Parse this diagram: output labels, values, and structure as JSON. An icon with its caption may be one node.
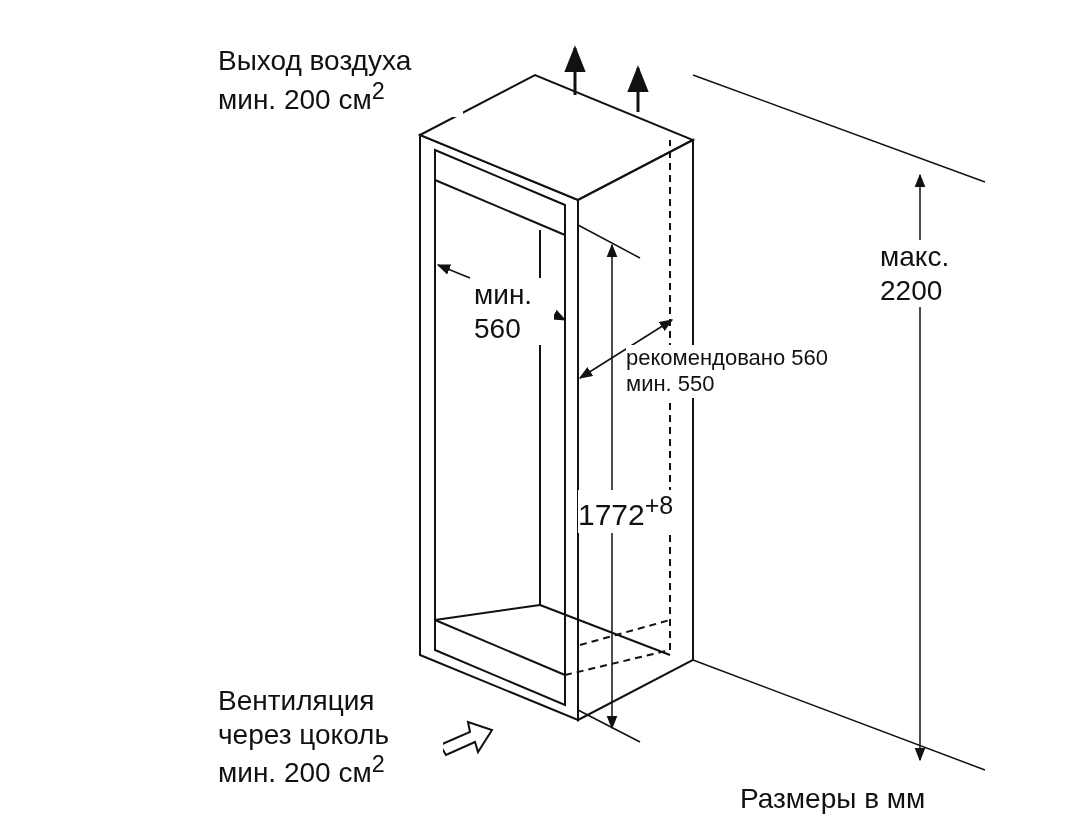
{
  "diagram": {
    "labels": [
      "Выход воздуха мин. 200 см$^{2}$",
      "макс. 2200",
      "мин. 560",
      "рекомендовано 560 мин. 550",
      "1772$^{+8}$",
      "Вентиляция через цоколь мин. 200 см$^{2}$",
      "Размеры в мм"
    ]
  }
}
